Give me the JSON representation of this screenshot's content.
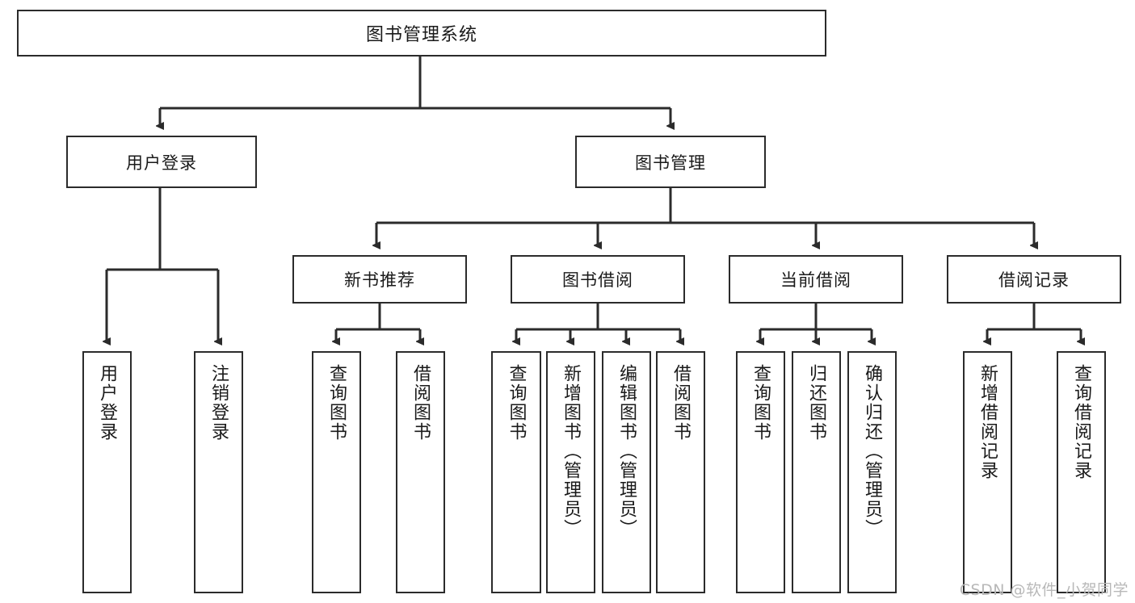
{
  "diagram": {
    "title": "图书管理系统",
    "watermark": "CSDN @软件_小贺同学",
    "style": {
      "box_border_color": "#2b2b2b",
      "box_fill_color": "#ffffff",
      "line_color": "#2b2b2b",
      "text_color": "#1a1a1a",
      "watermark_color": "#b8b8b8",
      "background_color": "#ffffff"
    },
    "nodes": {
      "root": {
        "label": "图书管理系统"
      },
      "level2": [
        {
          "id": "user-login",
          "label": "用户登录"
        },
        {
          "id": "book-manage",
          "label": "图书管理"
        }
      ],
      "level3": [
        {
          "id": "new-book-recommend",
          "label": "新书推荐"
        },
        {
          "id": "book-borrow",
          "label": "图书借阅"
        },
        {
          "id": "current-borrow",
          "label": "当前借阅"
        },
        {
          "id": "borrow-record",
          "label": "借阅记录"
        }
      ],
      "leaves": {
        "user-login": [
          {
            "id": "user-login-leaf",
            "label": "用户登录"
          },
          {
            "id": "user-logout-leaf",
            "label": "注销登录"
          }
        ],
        "new-book-recommend": [
          {
            "id": "query-book-1",
            "label": "查询图书"
          },
          {
            "id": "borrow-book-1",
            "label": "借阅图书"
          }
        ],
        "book-borrow": [
          {
            "id": "query-book-2",
            "label": "查询图书"
          },
          {
            "id": "add-book-admin",
            "label": "新增图书（管理员）"
          },
          {
            "id": "edit-book-admin",
            "label": "编辑图书（管理员）"
          },
          {
            "id": "borrow-book-2",
            "label": "借阅图书"
          }
        ],
        "current-borrow": [
          {
            "id": "query-book-3",
            "label": "查询图书"
          },
          {
            "id": "return-book",
            "label": "归还图书"
          },
          {
            "id": "confirm-return-admin",
            "label": "确认归还（管理员）"
          }
        ],
        "borrow-record": [
          {
            "id": "add-borrow-record",
            "label": "新增借阅记录"
          },
          {
            "id": "query-borrow-record",
            "label": "查询借阅记录"
          }
        ]
      }
    }
  }
}
